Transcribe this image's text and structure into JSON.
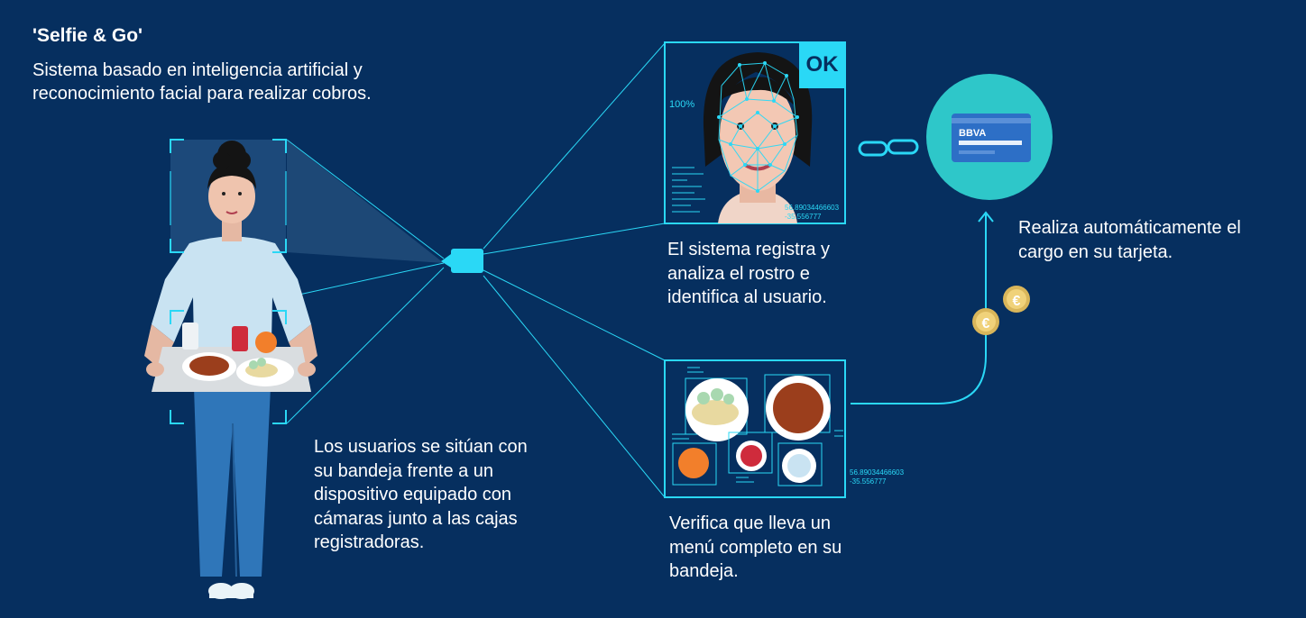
{
  "title": "'Selfie & Go'",
  "subtitle": "Sistema basado en inteligencia artificial y reconocimiento facial para realizar cobros.",
  "captions": {
    "user": "Los usuarios se sitúan con su bandeja frente a un dispositivo equipado con cámaras junto a las cajas registradoras.",
    "face": "El sistema registra y analiza el rostro e identifica al usuario.",
    "tray": "Verifica que lleva un menú completo en su bandeja.",
    "charge": "Realiza automáticamente el cargo en su tarjeta."
  },
  "face_panel": {
    "status": "OK",
    "confidence": "100%",
    "coord_lat": "56.89034466603",
    "coord_lon": "-35.556777"
  },
  "tray_panel": {
    "coord_lat": "56.89034466603",
    "coord_lon": "-35.556777"
  },
  "card": {
    "brand": "BBVA"
  },
  "coin_symbol": "€",
  "colors": {
    "background": "#062f5f",
    "accent_cyan": "#2ad8f6",
    "card_circle": "#2ec7c9",
    "card_blue": "#2d6fc6",
    "coin_gold": "#d9b65a"
  }
}
